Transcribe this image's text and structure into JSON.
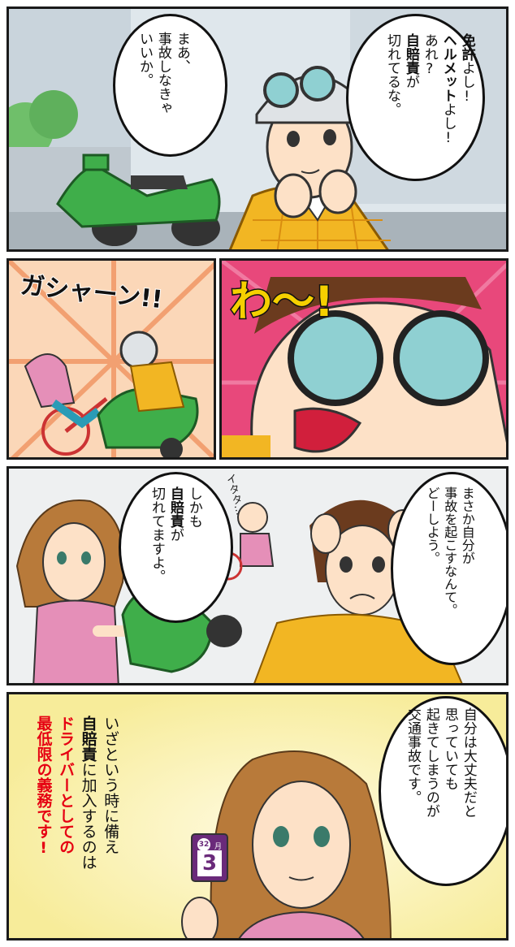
{
  "panel1": {
    "bubble_right": {
      "lines": [
        {
          "bold": "免許",
          "rest": "よし!"
        },
        {
          "bold": "ヘルメット",
          "rest": "よし!"
        },
        {
          "bold": "",
          "rest": "あれ?"
        },
        {
          "bold": "自賠責",
          "rest": "が"
        },
        {
          "bold": "",
          "rest": "切れてるな。"
        }
      ]
    },
    "bubble_left": {
      "lines": [
        "まあ、",
        "事故しなきゃ",
        "いいか。"
      ]
    }
  },
  "panel2": {
    "sfx_crash": "ガシャーン!!",
    "sfx_wa": "わ〜!"
  },
  "panel3": {
    "bubble_right": {
      "lines": [
        "まさか自分が",
        "事故を起こすなんて。",
        "どーしよう。"
      ]
    },
    "bubble_left": {
      "lines": [
        {
          "bold": "",
          "rest": "しかも"
        },
        {
          "bold": "自賠責",
          "rest": "が"
        },
        {
          "bold": "",
          "rest": "切れてますよ。"
        }
      ]
    },
    "sfx_itata": "イタタ…"
  },
  "panel4": {
    "bubble_right": {
      "lines": [
        "自分は大丈夫だと",
        "思っていても",
        "起きてしまうのが",
        "交通事故です。"
      ]
    },
    "narration": {
      "line1": "いざという時に備え",
      "line2_bold": "自賠責",
      "line2_rest": "に加入するのは",
      "line3": "ドライバーとしての",
      "line4": "最低限の義務です!"
    },
    "sticker": {
      "top_num": "32",
      "main_num": "3",
      "unit": "月"
    }
  },
  "colors": {
    "plaid_yellow": "#f2b623",
    "scooter_green": "#3fae4a",
    "red_text": "#e60012",
    "pink_dress": "#e58fb8",
    "burst_pink": "#e8487b"
  }
}
